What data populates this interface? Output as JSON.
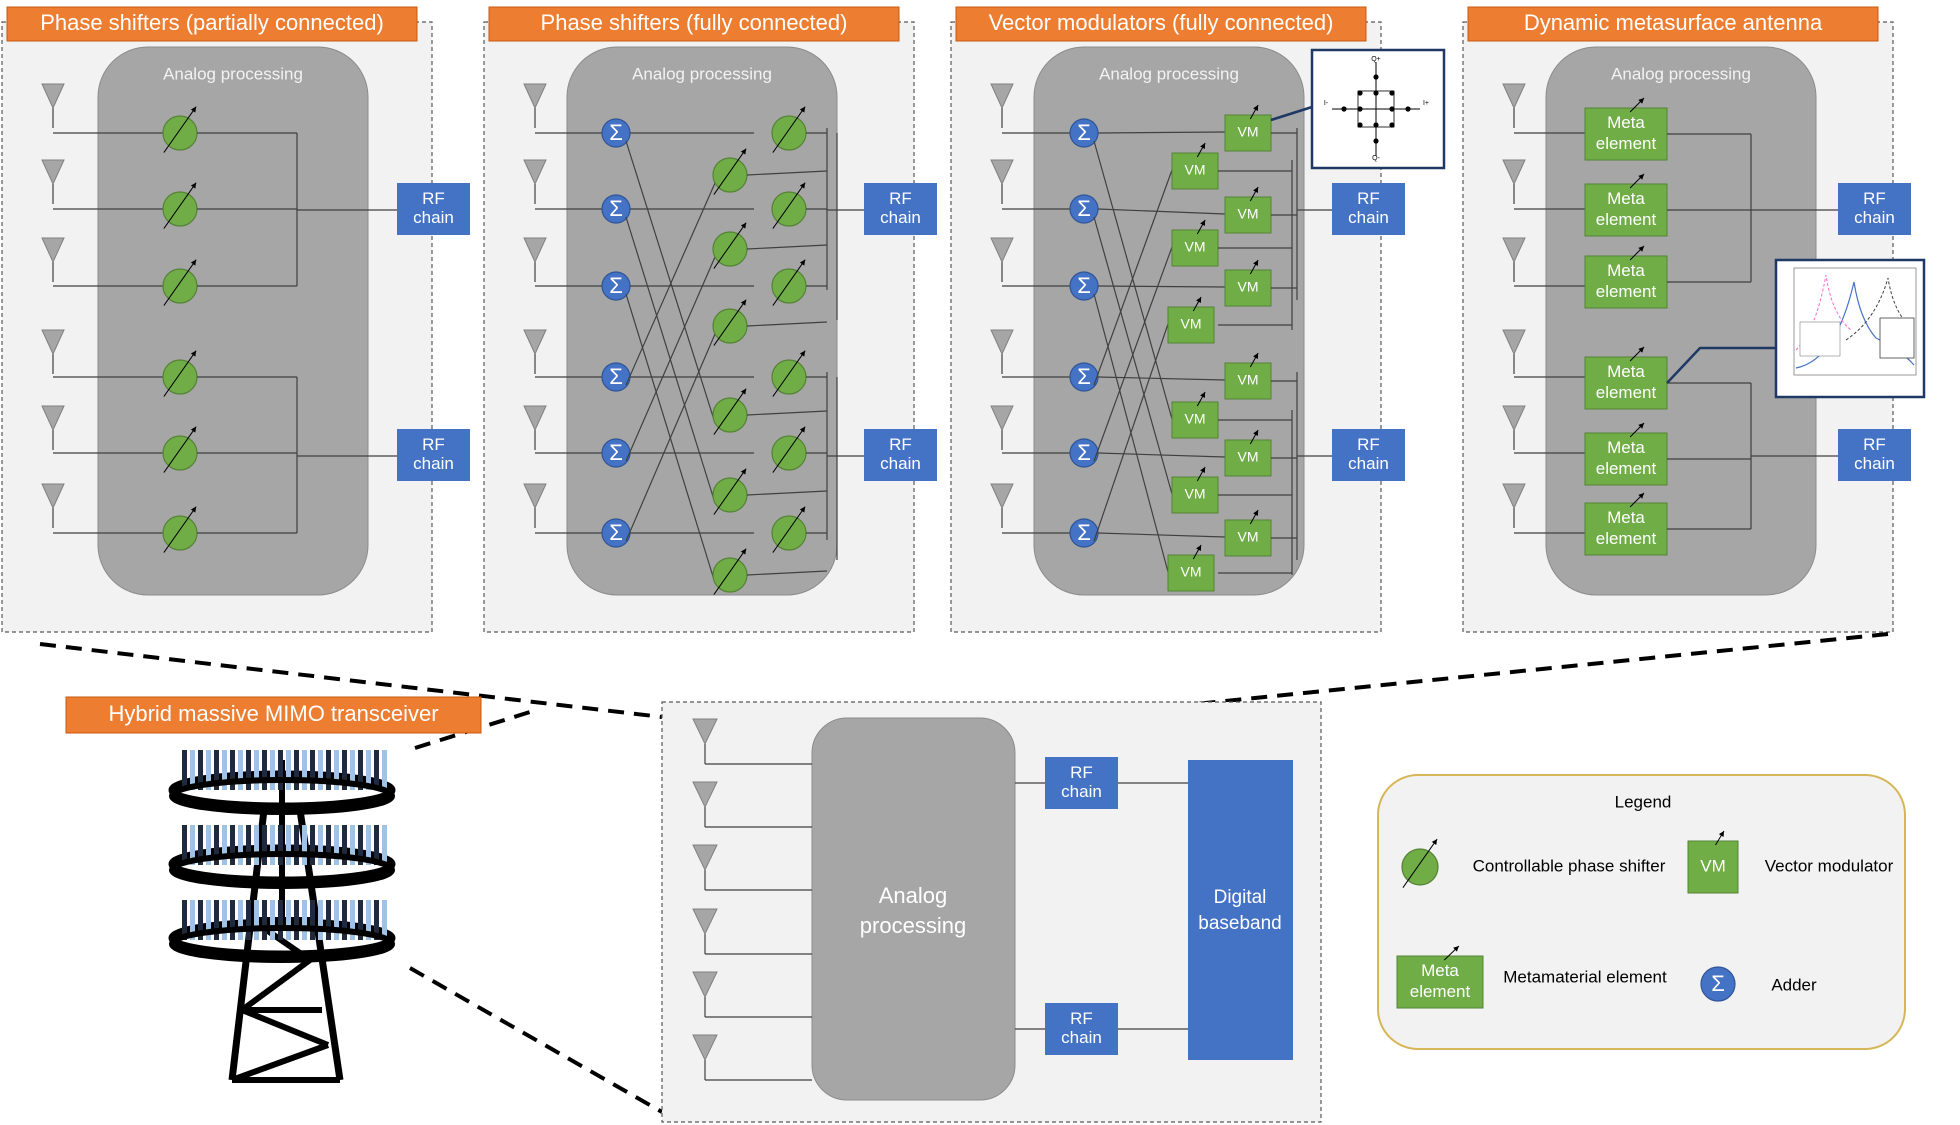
{
  "panels": [
    {
      "title": "Phase shifters (partially connected)",
      "ap_label": "Analog processing",
      "rf_chain": "RF\nchain"
    },
    {
      "title": "Phase shifters (fully connected)",
      "ap_label": "Analog processing",
      "rf_chain": "RF\nchain"
    },
    {
      "title": "Vector modulators (fully connected)",
      "ap_label": "Analog processing",
      "rf_chain": "RF\nchain",
      "vm_label": "VM",
      "constellation": {
        "q_plus": "Q+",
        "q_minus": "Q-",
        "i_plus": "I+",
        "i_minus": "I-"
      }
    },
    {
      "title": "Dynamic metasurface antenna",
      "ap_label": "Analog processing",
      "rf_chain": "RF\nchain",
      "meta_label": "Meta\nelement"
    }
  ],
  "transceiver": {
    "title": "Hybrid massive MIMO transceiver",
    "analog": "Analog\nprocessing",
    "rf_chain": "RF\nchain",
    "digital": "Digital\nbaseband"
  },
  "legend": {
    "title": "Legend",
    "phase_shifter": "Controllable phase shifter",
    "vm_label": "VM",
    "vector_modulator": "Vector modulator",
    "meta_label": "Meta\nelement",
    "metamaterial": "Metamaterial element",
    "adder": "Adder"
  },
  "sigma_symbol": "Σ",
  "colors": {
    "orange": "#ED7D31",
    "rf_blue": "#4472C4",
    "green": "#70AD47",
    "gray": "#A6A6A6",
    "panel_bg": "#F2F2F2",
    "legend_border": "#D6B656",
    "inset_border": "#1F3864"
  }
}
